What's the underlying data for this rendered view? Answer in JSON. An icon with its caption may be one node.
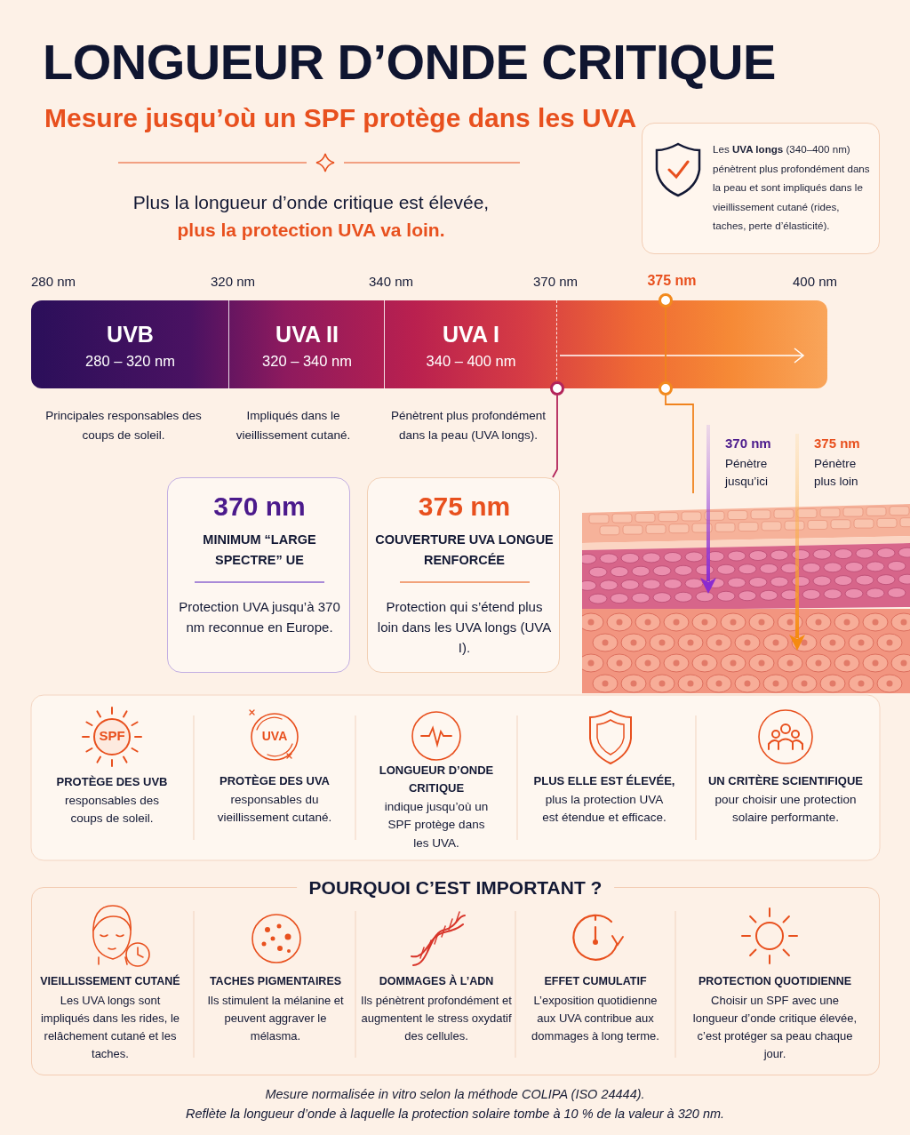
{
  "diagram": {
    "title": "LONGUEUR D’ONDE CRITIQUE",
    "caption": "Mesure normalisée in vitro selon la méthode COLIPA (ISO 24444).",
    "nodes": [
      {
        "text": [
          "Les **UVA longs** (340–400 nm) pénètrent plus profondément dans la peau et sont impliqués dans le vieillissement cutané (rides, taches, perte d’élasticité)."
        ]
      },
      {
        "text": [],
        "shape": "bar"
      },
      {
        "text": [
          "UVB",
          "280 – 320 nm"
        ],
        "in": 1
      },
      {
        "text": [
          "UVA II",
          "320 – 340 nm"
        ],
        "in": 1
      },
      {
        "text": [
          "UVA I",
          "340 – 400 nm"
        ],
        "in": 1
      },
      {
        "text": [],
        "shape": "circle"
      },
      {
        "text": [],
        "shape": "circle"
      },
      {
        "text": [],
        "shape": "circle"
      },
      {
        "text": [
          "370 nm",
          "MINIMUM “LARGE SPECTRE” UE",
          "Protection UVA jusqu’à 370 nm reconnue en Europe."
        ]
      },
      {
        "text": [
          "375 nm",
          "COUVERTURE UVA LONGUE RENFORCÉE",
          "Protection qui s’étend plus loin dans les UVA longs (UVA I)."
        ]
      },
      {
        "text": [],
        "shape": "picture"
      },
      {
        "text": [
          "POURQUOI C’EST IMPORTANT ?"
        ]
      }
    ],
    "edges": [
      {
        "from": 5,
        "to": 9,
        "arrow": "none",
        "color": "#b3245a"
      },
      {
        "from": 6,
        "to": 7,
        "arrow": "none"
      },
      {
        "from": 7,
        "to": 10,
        "arrow": "none"
      }
    ],
    "labels": [
      "Mesure jusqu’où un SPF protège dans les UVA",
      "Plus la longueur d’onde critique est élevée,",
      "plus la protection UVA va loin.",
      "280 nm",
      "320 nm",
      "340 nm",
      "370 nm",
      "375 nm",
      "400 nm",
      "Principales responsables des coups de soleil.",
      "Impliqués dans le vieillissement cutané.",
      "Pénètrent plus profondément dans la peau (UVA longs).",
      "370 nm",
      "Pénètre jusqu’ici",
      "375 nm",
      "Pénètre plus loin",
      "SPF",
      "PROTÈGE DES UVB",
      "responsables des coups de soleil.",
      "UVA",
      "PROTÈGE DES UVA",
      "responsables du vieillissement cutané.",
      "LONGUEUR D’ONDE CRITIQUE",
      "indique jusqu’où un SPF protège dans les UVA.",
      "PLUS ELLE EST ÉLEVÉE,",
      "plus la protection UVA est étendue et efficace.",
      "UN CRITÈRE SCIENTIFIQUE",
      "pour choisir une protection solaire performante.",
      "VIEILLISSEMENT CUTANÉ",
      "Les UVA longs sont impliqués dans les rides, le relâchement cutané et les taches.",
      "TACHES PIGMENTAIRES",
      "Ils stimulent la mélanine et peuvent aggraver le mélasma.",
      "DOMMAGES À L’ADN",
      "Ils pénètrent profondément et augmentent le stress oxydatif des cellules.",
      "EFFET CUMULATIF",
      "L’exposition quotidienne aux UVA contribue aux dommages à long terme.",
      "PROTECTION QUOTIDIENNE",
      "Choisir un SPF avec une longueur d’onde critique élevée, c’est protéger sa peau chaque jour.",
      "Reflète la longueur d’onde à laquelle la protection solaire tombe à 10 % de la valeur à 320 nm."
    ]
  }
}
